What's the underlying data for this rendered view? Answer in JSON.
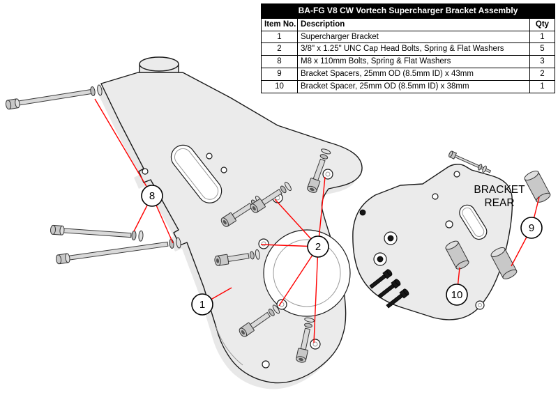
{
  "table": {
    "title": "BA-FG V8 CW Vortech Supercharger Bracket Assembly",
    "headers": [
      "Item No.",
      "Description",
      "Qty"
    ],
    "rows": [
      {
        "item": "1",
        "description": "Supercharger Bracket",
        "qty": "1"
      },
      {
        "item": "2",
        "description": "3/8\" x 1.25\" UNC Cap Head Bolts, Spring & Flat Washers",
        "qty": "5"
      },
      {
        "item": "8",
        "description": "M8 x 110mm Bolts, Spring & Flat Washers",
        "qty": "3"
      },
      {
        "item": "9",
        "description": "Bracket Spacers, 25mm OD (8.5mm ID) x 43mm",
        "qty": "2"
      },
      {
        "item": "10",
        "description": "Bracket Spacer, 25mm OD (8.5mm ID) x 38mm",
        "qty": "1"
      }
    ]
  },
  "diagram": {
    "rear_label": {
      "line1": "BRACKET",
      "line2": "REAR"
    },
    "callouts": [
      {
        "part": "m8-bolts",
        "label": "8"
      },
      {
        "part": "supercharger-bracket",
        "label": "1"
      },
      {
        "part": "cap-head-bolts",
        "label": "2"
      },
      {
        "part": "bracket-spacers-43mm",
        "label": "9"
      },
      {
        "part": "bracket-spacer-38mm",
        "label": "10"
      }
    ],
    "colors": {
      "leader_line": "#ff0000"
    }
  }
}
